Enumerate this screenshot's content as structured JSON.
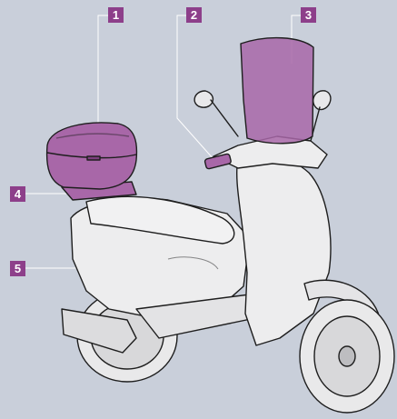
{
  "callouts": [
    {
      "id": 1,
      "label": "1",
      "part": "top-box"
    },
    {
      "id": 2,
      "label": "2",
      "part": "grip-heater"
    },
    {
      "id": 3,
      "label": "3",
      "part": "windscreen"
    },
    {
      "id": 4,
      "label": "4",
      "part": "rear-carrier"
    },
    {
      "id": 5,
      "label": "5",
      "part": "under-seat"
    }
  ],
  "colors": {
    "background": "#c9cfda",
    "accessory_highlight": "#a867a8",
    "callout_box": "#8d3f8a",
    "callout_text": "#ffffff",
    "outline": "#1e1e1e",
    "body_fill": "#e9e9ea"
  }
}
